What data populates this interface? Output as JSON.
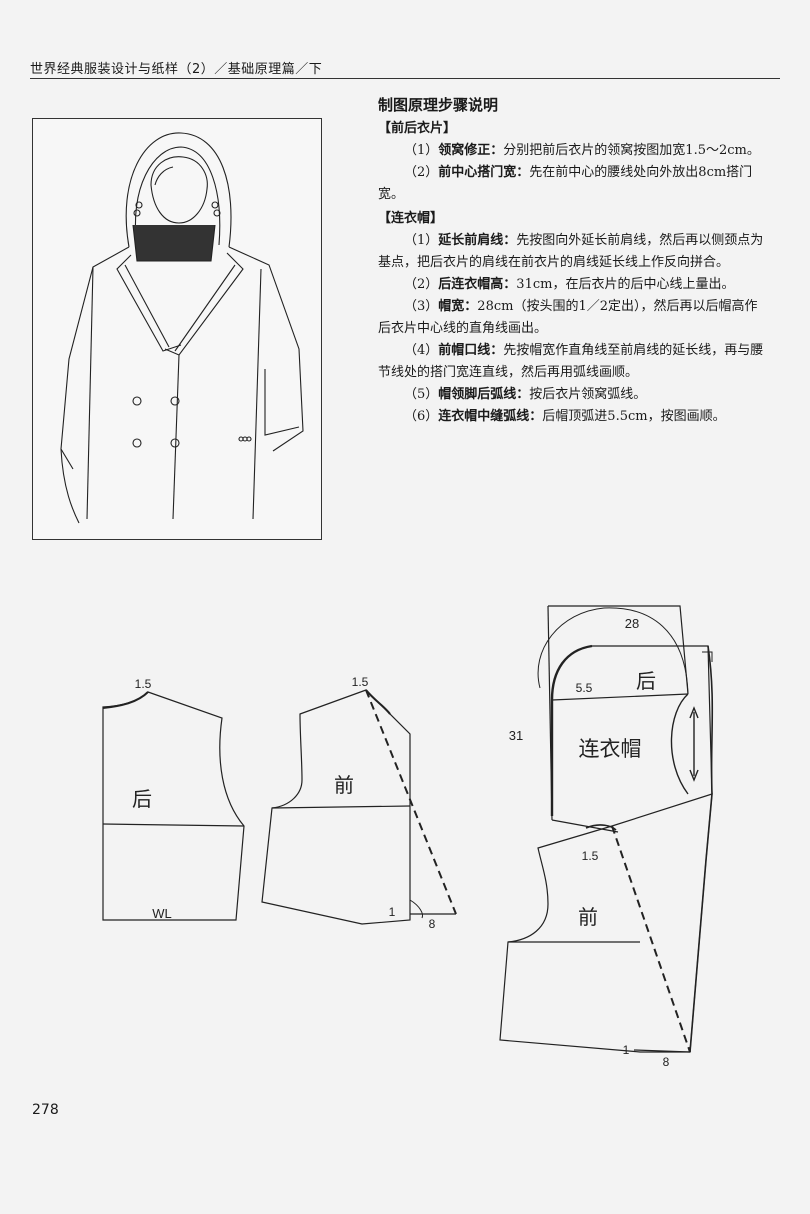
{
  "header": {
    "title": "世界经典服装设计与纸样（2）／基础原理篇／下"
  },
  "text": {
    "heading": "制图原理步骤说明",
    "section1": "【前后衣片】",
    "s1_items": [
      {
        "num": "（1）",
        "title": "领窝修正：",
        "body": "分别把前后衣片的领窝按图加宽1.5～2cm。"
      },
      {
        "num": "（2）",
        "title": "前中心搭门宽：",
        "body": "先在前中心的腰线处向外放出8cm搭门宽。"
      }
    ],
    "section2": "【连衣帽】",
    "s2_items": [
      {
        "num": "（1）",
        "title": "延长前肩线：",
        "body": "先按图向外延长前肩线，然后再以侧颈点为基点，把后衣片的肩线在前衣片的肩线延长线上作反向拼合。"
      },
      {
        "num": "（2）",
        "title": "后连衣帽高：",
        "body": "31cm，在后衣片的后中心线上量出。"
      },
      {
        "num": "（3）",
        "title": "帽宽：",
        "body": "28cm（按头围的1／2定出），然后再以后帽高作后衣片中心线的直角线画出。"
      },
      {
        "num": "（4）",
        "title": "前帽口线：",
        "body": "先按帽宽作直角线至前肩线的延长线，再与腰节线处的搭门宽连直线，然后再用弧线画顺。"
      },
      {
        "num": "（5）",
        "title": "帽领脚后弧线：",
        "body": "按后衣片领窝弧线。"
      },
      {
        "num": "（6）",
        "title": "连衣帽中缝弧线：",
        "body": "后帽顶弧进5.5cm，按图画顺。"
      }
    ]
  },
  "diagram": {
    "back_neck_label": "1.5",
    "back_label": "后",
    "wl_label": "WL",
    "front_neck_label": "1.5",
    "front_label": "前",
    "front_hem_1": "1",
    "front_hem_8": "8",
    "hood_width": "28",
    "hood_curve": "5.5",
    "hood_back_label": "后",
    "hood_height": "31",
    "hood_label": "连衣帽",
    "hood_neck": "1.5",
    "hood_front_label": "前",
    "hood_hem_1": "1",
    "hood_hem_8": "8"
  },
  "page_number": "278"
}
